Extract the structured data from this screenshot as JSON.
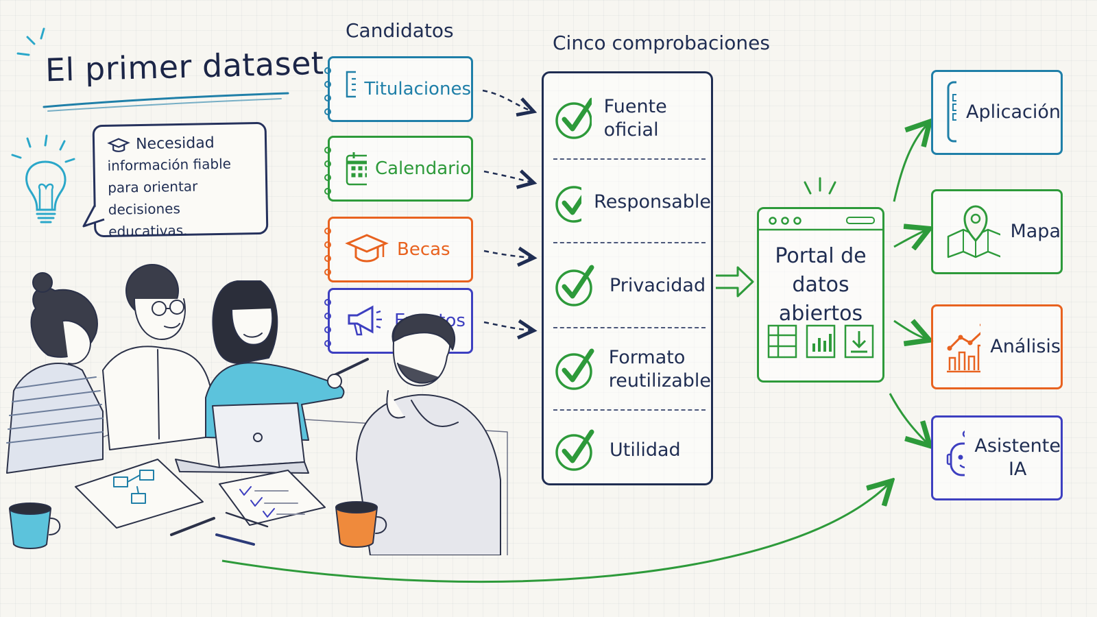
{
  "title": "El primer dataset",
  "need": {
    "heading": "Necesidad",
    "line1": "información fiable",
    "line2": "para orientar",
    "line3": "decisiones educativas."
  },
  "candidates_label": "Candidatos",
  "candidates": [
    {
      "label": "Titulaciones",
      "color": "#1f7fa8",
      "icon": "certificate-icon"
    },
    {
      "label": "Calendario",
      "color": "#2d9a3a",
      "icon": "calendar-icon"
    },
    {
      "label": "Becas",
      "color": "#e8621f",
      "icon": "graduation-cap-icon"
    },
    {
      "label": "Eventos",
      "color": "#3d3fc0",
      "icon": "megaphone-icon"
    }
  ],
  "checks_label": "Cinco comprobaciones",
  "checks": [
    {
      "line1": "Fuente oficial",
      "line2": ""
    },
    {
      "line1": "Responsable",
      "line2": ""
    },
    {
      "line1": "Privacidad",
      "line2": ""
    },
    {
      "line1": "Formato",
      "line2": "reutilizable"
    },
    {
      "line1": "Utilidad",
      "line2": ""
    }
  ],
  "check_color": "#2d9a3a",
  "portal": {
    "line1": "Portal de",
    "line2": "datos abiertos"
  },
  "outputs": [
    {
      "line1": "Aplicación",
      "line2": "",
      "color": "#1f7fa8",
      "icon": "mobile-app-icon"
    },
    {
      "line1": "Mapa",
      "line2": "",
      "color": "#2d9a3a",
      "icon": "map-pin-icon"
    },
    {
      "line1": "Análisis",
      "line2": "",
      "color": "#e8621f",
      "icon": "growth-chart-icon"
    },
    {
      "line1": "Asistente",
      "line2": "IA",
      "color": "#3d3fc0",
      "icon": "robot-icon"
    }
  ]
}
